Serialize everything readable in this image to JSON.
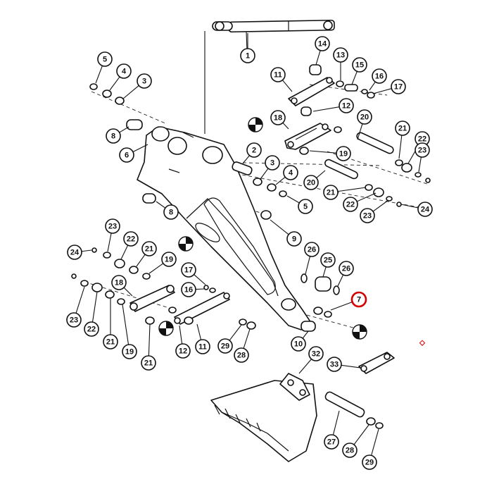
{
  "highlight_color": "#d40000",
  "callouts": [
    {
      "label": "1"
    },
    {
      "label": "2"
    },
    {
      "label": "3"
    },
    {
      "label": "3"
    },
    {
      "label": "4"
    },
    {
      "label": "4"
    },
    {
      "label": "5"
    },
    {
      "label": "5"
    },
    {
      "label": "6"
    },
    {
      "label": "7"
    },
    {
      "label": "8"
    },
    {
      "label": "8"
    },
    {
      "label": "9"
    },
    {
      "label": "10"
    },
    {
      "label": "11"
    },
    {
      "label": "11"
    },
    {
      "label": "12"
    },
    {
      "label": "12"
    },
    {
      "label": "13"
    },
    {
      "label": "14"
    },
    {
      "label": "15"
    },
    {
      "label": "16"
    },
    {
      "label": "16"
    },
    {
      "label": "17"
    },
    {
      "label": "17"
    },
    {
      "label": "18"
    },
    {
      "label": "18"
    },
    {
      "label": "19"
    },
    {
      "label": "19"
    },
    {
      "label": "19"
    },
    {
      "label": "20"
    },
    {
      "label": "20"
    },
    {
      "label": "21"
    },
    {
      "label": "21"
    },
    {
      "label": "21"
    },
    {
      "label": "21"
    },
    {
      "label": "21"
    },
    {
      "label": "22"
    },
    {
      "label": "22"
    },
    {
      "label": "22"
    },
    {
      "label": "22"
    },
    {
      "label": "23"
    },
    {
      "label": "23"
    },
    {
      "label": "23"
    },
    {
      "label": "23"
    },
    {
      "label": "24"
    },
    {
      "label": "24"
    },
    {
      "label": "25"
    },
    {
      "label": "26"
    },
    {
      "label": "26"
    },
    {
      "label": "27"
    },
    {
      "label": "28"
    },
    {
      "label": "28"
    },
    {
      "label": "29"
    },
    {
      "label": "29"
    },
    {
      "label": "32"
    },
    {
      "label": "33"
    }
  ],
  "highlighted_callout": "7"
}
